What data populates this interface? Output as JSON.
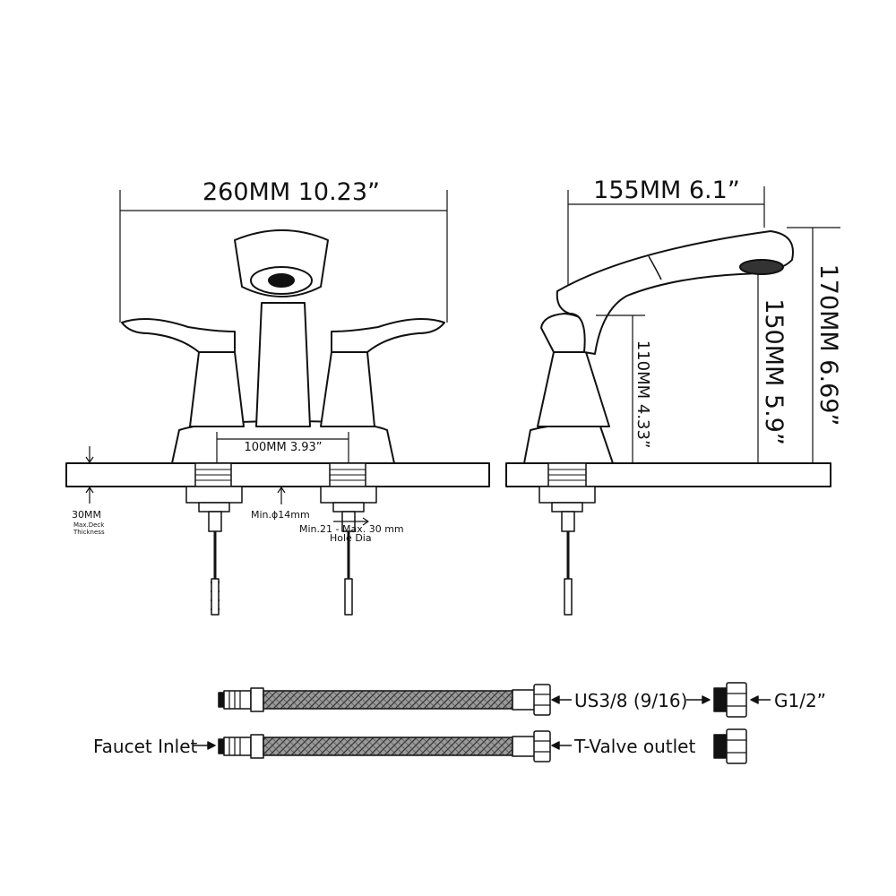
{
  "front_view": {
    "overall_width": "260MM 10.23”",
    "center_spacing": "100MM 3.93”",
    "deck_thickness": "30MM",
    "deck_note_1": "Max.Deck",
    "deck_note_2": "Thickness",
    "min_hole": "Min.ϕ14mm",
    "hole_range": "Min.21 - Max. 30 mm",
    "hole_dia": "Hole Dia"
  },
  "side_view": {
    "reach": "155MM 6.1”",
    "total_height": "170MM 6.69”",
    "spout_height": "150MM 5.9”",
    "handle_height": "110MM 4.33”"
  },
  "hoses": {
    "connector_label": "US3/8 (9/16)",
    "adapter_label": "G1/2”",
    "inlet_label": "Faucet Inlet",
    "outlet_label": "T-Valve outlet"
  }
}
